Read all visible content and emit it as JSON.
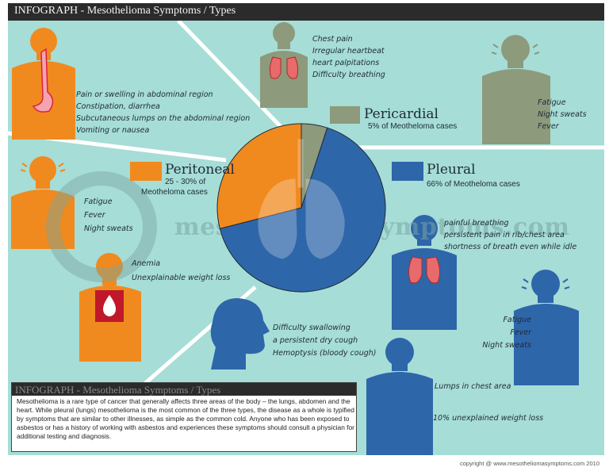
{
  "header": {
    "title": "INFOGRAPH - Mesothelioma Symptoms / Types"
  },
  "colors": {
    "peritoneal": "#f08a1e",
    "pleural": "#2e66aa",
    "pericardial": "#8d9a7c",
    "background": "#a6ddd7"
  },
  "chart_data": {
    "type": "pie",
    "slices": [
      {
        "name": "Pleural",
        "value": 66,
        "label": "66% of Meotheloma cases"
      },
      {
        "name": "Peritoneal",
        "value": 29,
        "label": "25 - 30% of Meotheloma cases"
      },
      {
        "name": "Pericardial",
        "value": 5,
        "label": "5% of Meotheloma cases"
      }
    ]
  },
  "legend": {
    "pericardial": {
      "title": "Pericardial",
      "sub": "5% of Meotheloma cases"
    },
    "peritoneal": {
      "title": "Peritoneal",
      "sub_line1": "25 - 30% of",
      "sub_line2": "Meotheloma cases"
    },
    "pleural": {
      "title": "Pleural",
      "sub": "66% of Meotheloma cases"
    }
  },
  "symptoms": {
    "pericardial_chest": [
      "Chest pain",
      "Irregular heartbeat",
      "heart palpitations",
      "Difficulty breathing"
    ],
    "pericardial_general": [
      "Fatigue",
      "Night sweats",
      "Fever"
    ],
    "peritoneal_abdomen": [
      "Pain or swelling in abdominal region",
      "Constipation, diarrhea",
      "Subcutaneous lumps on the abdominal region",
      "Vomiting or nausea"
    ],
    "peritoneal_general": [
      "Fatigue",
      "Fever",
      "Night sweats"
    ],
    "peritoneal_blood": [
      "Anemia",
      "Unexplainable weight loss"
    ],
    "pleural_throat": [
      "Difficulty swallowing",
      "a persistent dry cough",
      "Hemoptysis (bloody cough)"
    ],
    "pleural_chest": [
      "painful breathing",
      "persistent pain in rib/chest area",
      "shortness of breath even while idle"
    ],
    "pleural_general": [
      "Fatigue",
      "Fever",
      "Night sweats"
    ],
    "pleural_lumps": [
      "Lumps in chest area"
    ],
    "pleural_weight": [
      "10% unexplained weight loss"
    ]
  },
  "watermark": "mesotheliomasymptoms.com",
  "description": {
    "title": "INFOGRAPH - Mesothelioma Symptoms / Types",
    "text": "Mesothelioma is a rare type of cancer that generally affects three areas of the body – the lungs, abdomen and the heart. While pleural (lungs) mesothelioma is the most common of the three types, the disease as a whole is typified by symptoms that are similar to other illnesses, as simple as the common cold. Anyone who has been exposed to asbestos or has a history of working with asbestos and experiences these symptoms should consult a physician for additional testing and diagnosis."
  },
  "copyright": "copyright @ www.mesotheliomasymptoms.com 2010"
}
